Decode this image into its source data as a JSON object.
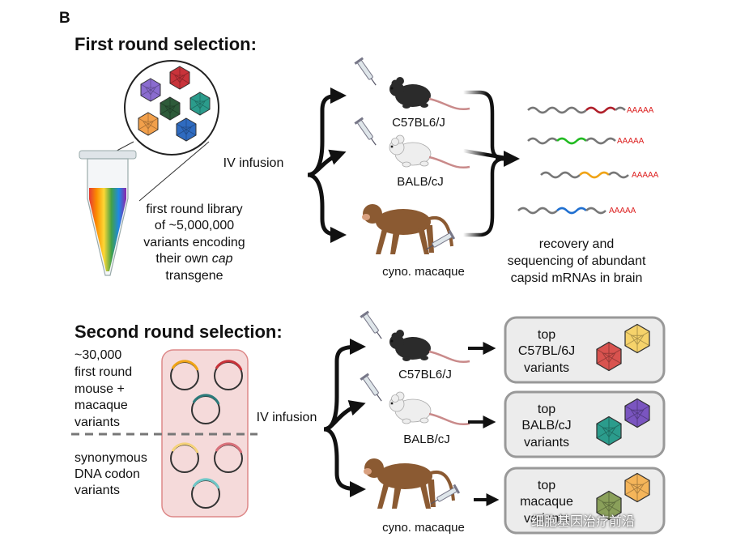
{
  "panel_letter": "B",
  "round1": {
    "title": "First round selection:",
    "library": [
      "first round library",
      "of ~5,000,000",
      "variants encoding",
      "their own",
      "cap",
      "transgene"
    ],
    "infusion": "IV infusion",
    "animals": [
      "C57BL6/J",
      "BALB/cJ",
      "cyno. macaque"
    ],
    "polyA": "AAAAA",
    "recovery": [
      "recovery and",
      "sequencing of abundant",
      "capsid mRNAs in brain"
    ]
  },
  "round2": {
    "title": "Second round selection:",
    "pool_a": [
      "~30,000",
      "first round",
      "mouse +",
      "macaque",
      "variants"
    ],
    "pool_b": [
      "synonymous",
      "DNA codon",
      "variants"
    ],
    "infusion": "IV infusion",
    "animals": [
      "C57BL6/J",
      "BALB/cJ",
      "cyno. macaque"
    ],
    "results": [
      [
        "top",
        "C57BL/6J",
        "variants"
      ],
      [
        "top",
        "BALB/cJ",
        "variants"
      ],
      [
        "top",
        "macaque",
        "variants"
      ]
    ]
  },
  "colors": {
    "rna": [
      "#b01f2a",
      "#22bb22",
      "#f0a416",
      "#1f6fd0"
    ],
    "capsids": [
      "#8a6ccf",
      "#c8333a",
      "#2b9c8c",
      "#2e5b3a",
      "#f2a04b",
      "#2f6bc0"
    ],
    "mouse_black": "#2b2b2b",
    "mouse_white": "#eeeeee",
    "macaque": "#8b5a32"
  },
  "watermark": "细胞基因治疗前沿"
}
